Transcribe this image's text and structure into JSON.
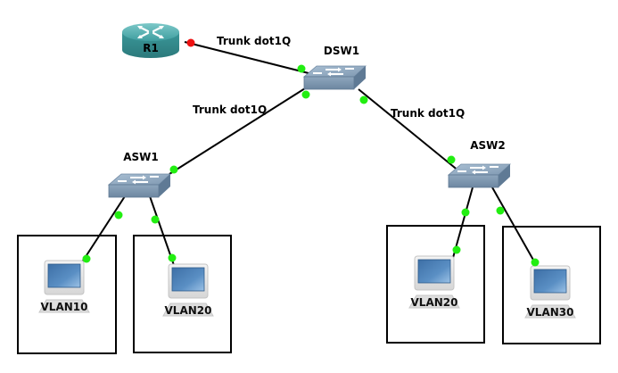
{
  "diagram": {
    "title": "Network topology",
    "colors": {
      "link": "#000000",
      "port_up": "#22ee11",
      "port_down": "#ee1111",
      "router_body": "#3a9a9c",
      "switch_body": "#7f9bb5",
      "pc_screen": "#4a7fb5"
    },
    "nodes": [
      {
        "id": "R1",
        "type": "router",
        "label": "R1"
      },
      {
        "id": "DSW1",
        "type": "switch",
        "label": "DSW1"
      },
      {
        "id": "ASW1",
        "type": "switch",
        "label": "ASW1"
      },
      {
        "id": "ASW2",
        "type": "switch",
        "label": "ASW2"
      },
      {
        "id": "PC1",
        "type": "pc",
        "label": "VLAN10"
      },
      {
        "id": "PC2",
        "type": "pc",
        "label": "VLAN20"
      },
      {
        "id": "PC3",
        "type": "pc",
        "label": "VLAN20"
      },
      {
        "id": "PC4",
        "type": "pc",
        "label": "VLAN30"
      }
    ],
    "links": [
      {
        "from": "R1",
        "to": "DSW1",
        "label": "Trunk dot1Q",
        "from_status": "down",
        "to_status": "up"
      },
      {
        "from": "DSW1",
        "to": "ASW1",
        "label": "Trunk dot1Q",
        "from_status": "up",
        "to_status": "up"
      },
      {
        "from": "DSW1",
        "to": "ASW2",
        "label": "Trunk dot1Q",
        "from_status": "up",
        "to_status": "up"
      },
      {
        "from": "ASW1",
        "to": "PC1",
        "label": "",
        "from_status": "up",
        "to_status": "up"
      },
      {
        "from": "ASW1",
        "to": "PC2",
        "label": "",
        "from_status": "up",
        "to_status": "up"
      },
      {
        "from": "ASW2",
        "to": "PC3",
        "label": "",
        "from_status": "up",
        "to_status": "up"
      },
      {
        "from": "ASW2",
        "to": "PC4",
        "label": "",
        "from_status": "up",
        "to_status": "up"
      }
    ]
  }
}
